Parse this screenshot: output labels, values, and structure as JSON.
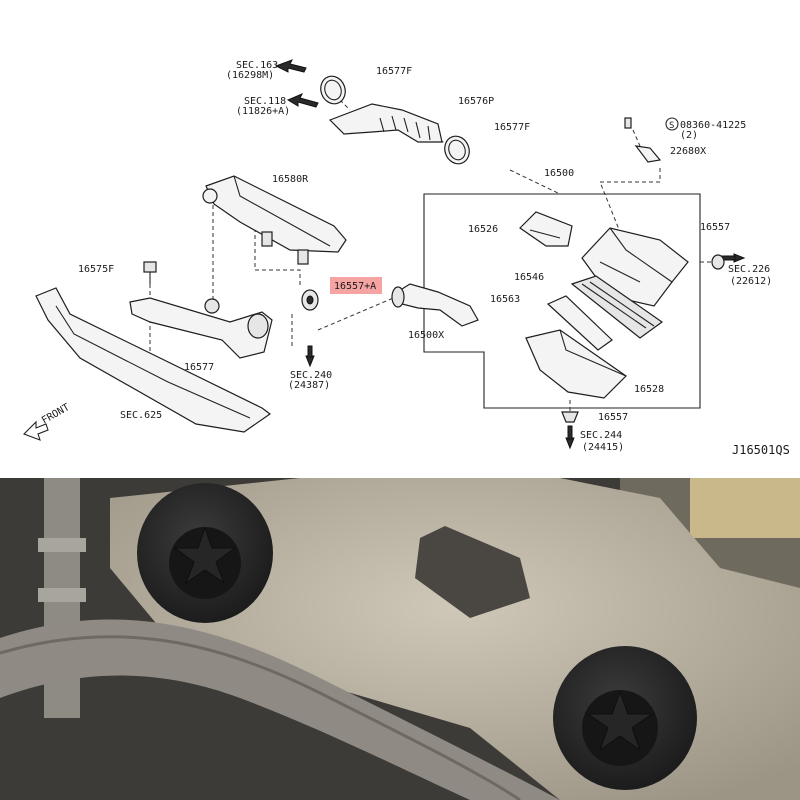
{
  "diagram": {
    "code": "J16501QS",
    "front_label": "FRONT",
    "highlight_color": "#f5a3a3",
    "labels": {
      "p16577F_top": "16577F",
      "p16576P": "16576P",
      "p16577F_mid": "16577F",
      "s08360": "08360-41225",
      "s08360_qty": "(2)",
      "s08360_icon_letter": "S",
      "p22680X": "22680X",
      "p16500": "16500",
      "p16580R": "16580R",
      "p16526": "16526",
      "p16557_right": "16557",
      "p16575F": "16575F",
      "p16557A": "16557+A",
      "p16546": "16546",
      "p16563": "16563",
      "p16577": "16577",
      "p16500X": "16500X",
      "p16528": "16528",
      "p16557_bottom": "16557"
    },
    "sections": {
      "sec163": "SEC.163",
      "sec163_ref": "(16298M)",
      "sec118": "SEC.118",
      "sec118_ref": "(11826+A)",
      "sec226": "SEC.226",
      "sec226_ref": "(22612)",
      "sec240": "SEC.240",
      "sec240_ref": "(24387)",
      "sec625": "SEC.625",
      "sec244": "SEC.244",
      "sec244_ref": "(24415)"
    }
  },
  "photo": {
    "colors": {
      "metal": "#b9b2a3",
      "grommet": "#2b2b2b",
      "hose": "#8f8b84"
    }
  }
}
